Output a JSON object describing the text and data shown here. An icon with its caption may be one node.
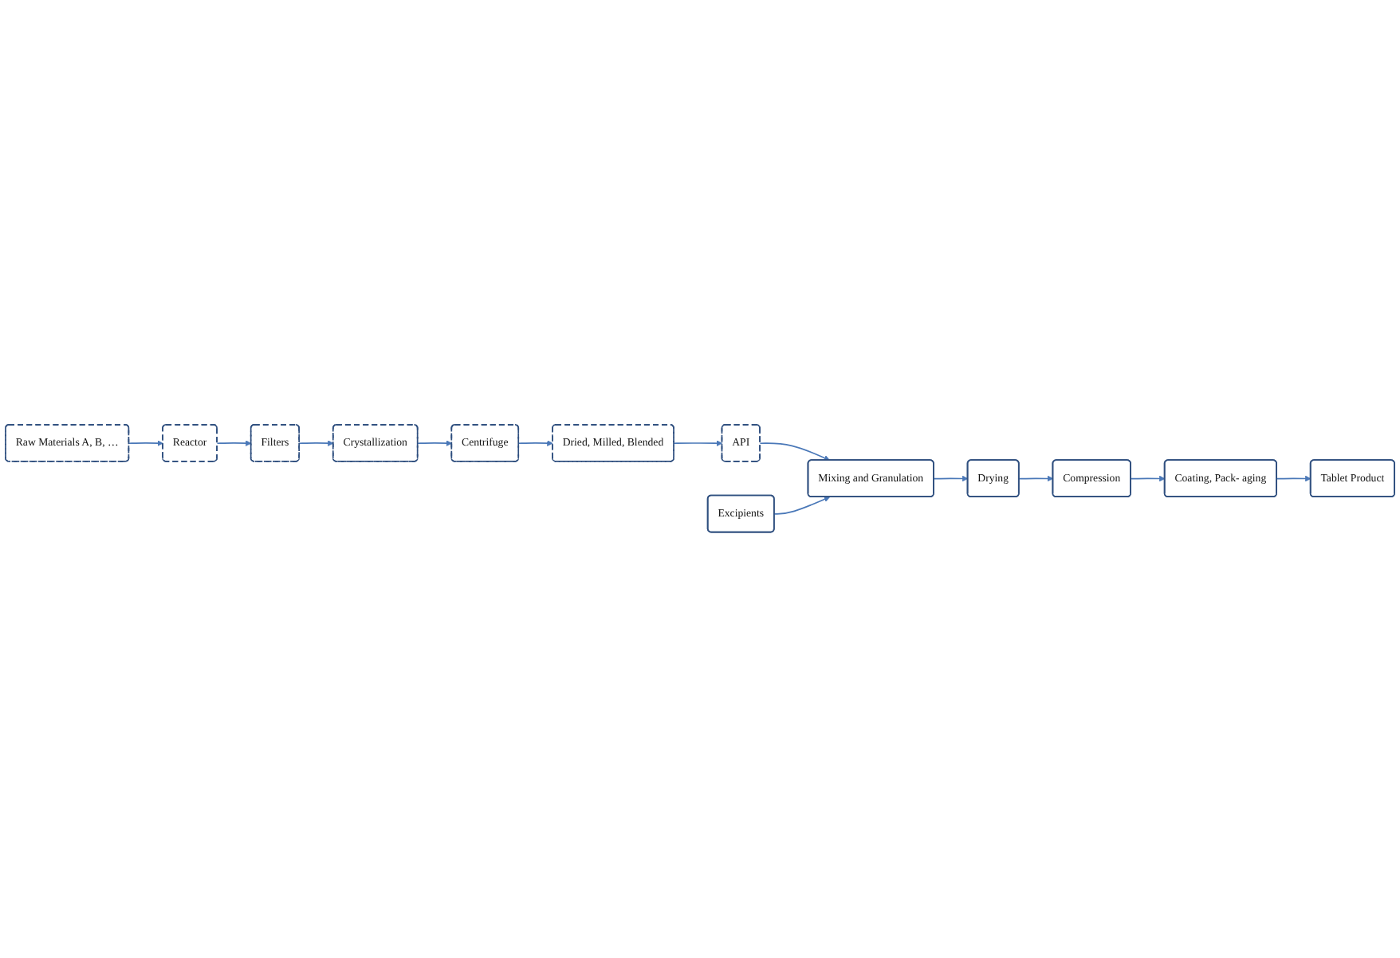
{
  "diagram": {
    "nodes": [
      {
        "text": [
          "Crystallization"
        ]
      },
      {
        "text": [
          "Filters"
        ]
      },
      {
        "text": [
          "Reactor"
        ]
      },
      {
        "text": [
          "Raw Materials A, B, …"
        ]
      },
      {
        "text": [
          "Centrifuge"
        ]
      },
      {
        "text": [
          "Dried, Milled, Blended"
        ]
      },
      {
        "text": [
          "API"
        ]
      },
      {
        "text": [
          "Excipients"
        ]
      },
      {
        "text": [
          "Tablet Product"
        ]
      },
      {
        "text": [
          "Coating, Pack- aging"
        ]
      },
      {
        "text": [
          "Compression"
        ]
      },
      {
        "text": [
          "Drying"
        ]
      },
      {
        "text": [
          "Mixing and Granulation"
        ]
      }
    ],
    "edges": [
      {
        "from": 3,
        "to": 2,
        "arrow": "to"
      },
      {
        "from": 2,
        "to": 1,
        "arrow": "to"
      },
      {
        "from": 1,
        "to": 0,
        "arrow": "to"
      },
      {
        "from": 0,
        "to": 4,
        "arrow": "to"
      },
      {
        "from": 4,
        "to": 5,
        "arrow": "to"
      },
      {
        "from": 5,
        "to": 6,
        "arrow": "to"
      },
      {
        "from": 6,
        "to": 12,
        "arrow": "to"
      },
      {
        "from": 7,
        "to": 12,
        "arrow": "to"
      },
      {
        "from": 12,
        "to": 11,
        "arrow": "to"
      },
      {
        "from": 11,
        "to": 10,
        "arrow": "to"
      },
      {
        "from": 10,
        "to": 9,
        "arrow": "to"
      },
      {
        "from": 9,
        "to": 8,
        "arrow": "to"
      }
    ]
  }
}
